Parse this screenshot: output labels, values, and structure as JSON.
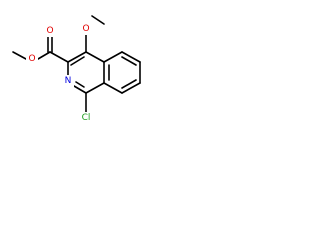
{
  "molecule": {
    "atoms": {
      "o_methoxy": {
        "label": "O",
        "color": "#e00000"
      },
      "o_carbonyl": {
        "label": "O",
        "color": "#e00000"
      },
      "o_ester": {
        "label": "O",
        "color": "#e00000"
      },
      "n_ring": {
        "label": "N",
        "color": "#0000e0"
      },
      "cl": {
        "label": "Cl",
        "color": "#1fa01f"
      }
    }
  }
}
